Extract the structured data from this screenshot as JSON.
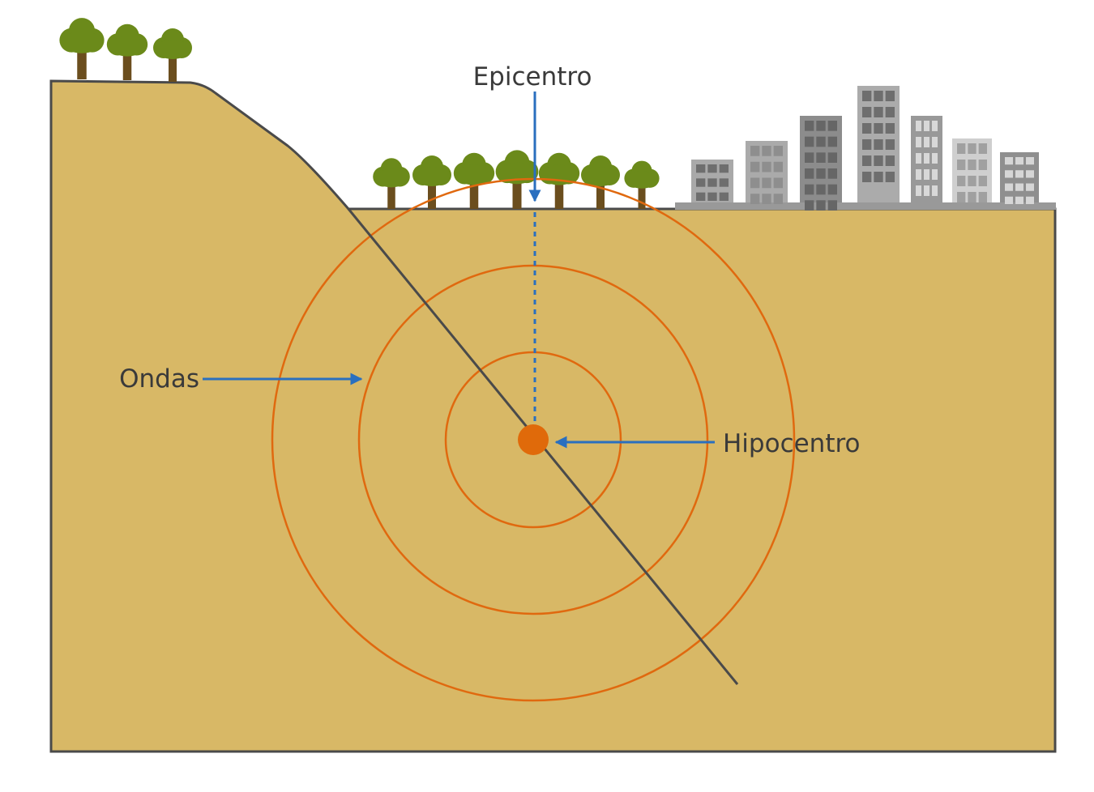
{
  "labels": {
    "epicenter": "Epicentro",
    "waves": "Ondas",
    "hypocenter": "Hipocentro"
  },
  "colors": {
    "ground": "#d8b866",
    "outline": "#4a4a4a",
    "waves": "#e0690f",
    "arrows": "#2a6fbf",
    "tree_crown": "#6b8a1a",
    "tree_trunk": "#6b4e1e"
  }
}
